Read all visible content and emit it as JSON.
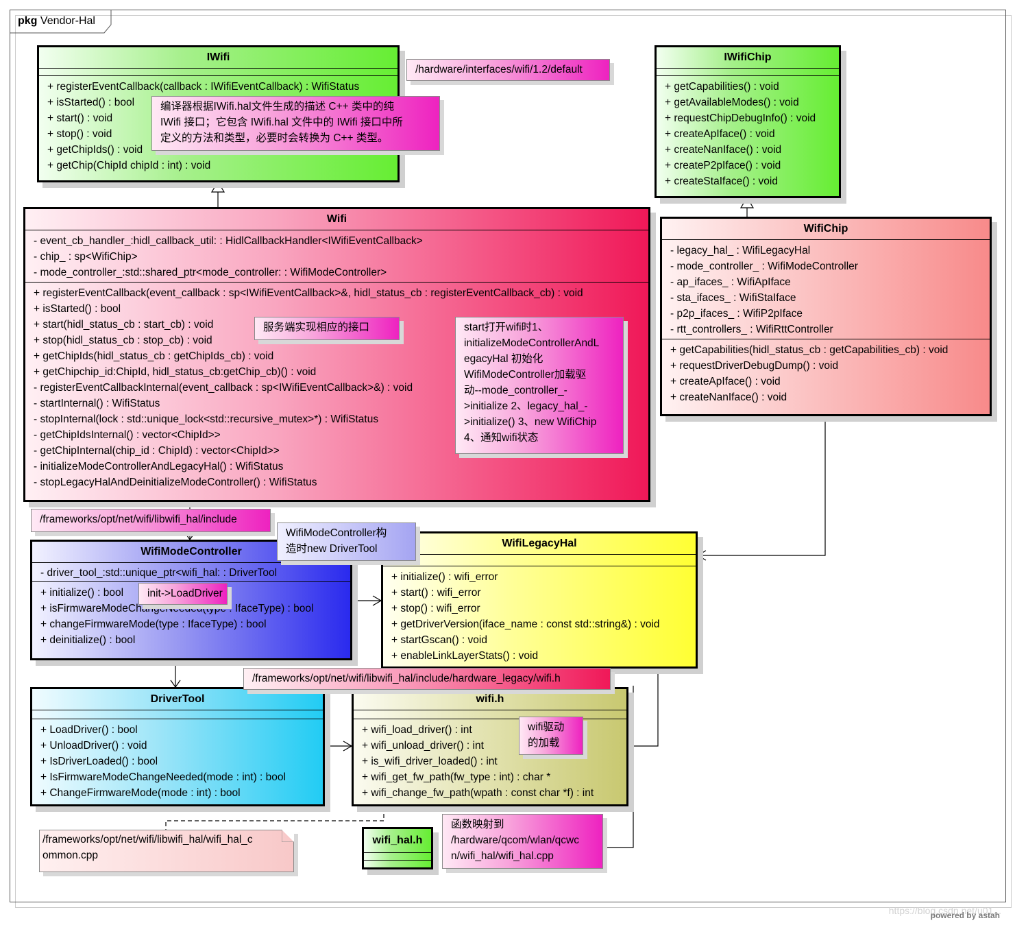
{
  "package": {
    "keyword": "pkg",
    "name": "Vendor-Hal"
  },
  "classes": {
    "iwifi": {
      "name": "IWifi",
      "attributes": [],
      "operations": [
        "+ registerEventCallback(callback : IWifiEventCallback) : WifiStatus",
        "+ isStarted() : bool",
        "+ start() : void",
        "+ stop() : void",
        "+ getChipIds() : void",
        "+ getChip(ChipId chipId : int) : void"
      ]
    },
    "iwifichip": {
      "name": "IWifiChip",
      "attributes": [],
      "operations": [
        "+ getCapabilities() : void",
        "+ getAvailableModes() : void",
        "+ requestChipDebugInfo() : void",
        "+ createApIface() : void",
        "+ createNanIface() : void",
        "+ createP2pIface() : void",
        "+ createStaIface() : void"
      ]
    },
    "wifi": {
      "name": "Wifi",
      "attributes": [
        "- event_cb_handler_:hidl_callback_util: : HidlCallbackHandler<IWifiEventCallback>",
        "- chip_ : sp<WifiChip>",
        "- mode_controller_:std::shared_ptr<mode_controller: : WifiModeController>"
      ],
      "operations": [
        "+ registerEventCallback(event_callback : sp<IWifiEventCallback>&, hidl_status_cb : registerEventCallback_cb) : void",
        "+ isStarted() : bool",
        "+ start(hidl_status_cb : start_cb) : void",
        "+ stop(hidl_status_cb : stop_cb) : void",
        "+ getChipIds(hidl_status_cb : getChipIds_cb) : void",
        "+ getChipchip_id:ChipId, hidl_status_cb:getChip_cb)() : void",
        "- registerEventCallbackInternal(event_callback : sp<IWifiEventCallback>&) : void",
        "- startInternal() : WifiStatus",
        "- stopInternal(lock : std::unique_lock<std::recursive_mutex>*) : WifiStatus",
        "- getChipIdsInternal() : vector<ChipId>>",
        "- getChipInternal(chip_id : ChipId) : vector<ChipId>>",
        "- initializeModeControllerAndLegacyHal() : WifiStatus",
        "- stopLegacyHalAndDeinitializeModeController() : WifiStatus"
      ]
    },
    "wifichip": {
      "name": "WifiChip",
      "attributes": [
        "- legacy_hal_ : WifiLegacyHal",
        "- mode_controller_ : WifiModeController",
        "- ap_ifaces_ : WifiApIface",
        "- sta_ifaces_ : WifiStaIface",
        "- p2p_ifaces_ : WifiP2pIface",
        "- rtt_controllers_ : WifiRttController"
      ],
      "operations": [
        "+ getCapabilities(hidl_status_cb : getCapabilities_cb) : void",
        "+ requestDriverDebugDump() : void",
        "+ createApIface() : void",
        "+ createNanIface() : void"
      ]
    },
    "modectrl": {
      "name": "WifiModeController",
      "attributes": [
        "- driver_tool_:std::unique_ptr<wifi_hal: : DriverTool"
      ],
      "operations": [
        "+ initialize() : bool",
        "+ isFirmwareModeChangeNeeded(type : IfaceType) : bool",
        "+ changeFirmwareMode(type : IfaceType) : bool",
        "+ deinitialize() : bool"
      ]
    },
    "legacyhal": {
      "name": "WifiLegacyHal",
      "attributes": [],
      "operations": [
        "+ initialize() : wifi_error",
        "+ start() : wifi_error",
        "+ stop() : wifi_error",
        "+ getDriverVersion(iface_name : const std::string&) : void",
        "+ startGscan() : void",
        "+ enableLinkLayerStats() : void"
      ]
    },
    "drivertool": {
      "name": "DriverTool",
      "attributes": [],
      "operations": [
        "+ LoadDriver() : bool",
        "+ UnloadDriver() : void",
        "+ IsDriverLoaded() : bool",
        "+ IsFirmwareModeChangeNeeded(mode : int) : bool",
        "+ ChangeFirmwareMode(mode : int) : bool"
      ]
    },
    "wifih": {
      "name": "wifi.h",
      "attributes": [],
      "operations": [
        "+ wifi_load_driver() : int",
        "+ wifi_unload_driver() : int",
        "+ is_wifi_driver_loaded() : int",
        "+ wifi_get_fw_path(fw_type : int) : char *",
        "+ wifi_change_fw_path(wpath : const char *f) : int"
      ]
    },
    "wifihalh": {
      "name": "wifi_hal.h",
      "attributes": [],
      "operations": []
    }
  },
  "notes": {
    "default_path": [
      "/hardware/interfaces/wifi/1.2/default"
    ],
    "compiler": [
      "编译器根据IWifi.hal文件生成的描述 C++ 类中的纯",
      "IWifi 接口；它包含 IWifi.hal 文件中的 IWifi 接口中所",
      "定义的方法和类型，必要时会转换为 C++ 类型。"
    ],
    "server_impl": [
      "服务端实现相应的接口"
    ],
    "start_flow": [
      "start打开wifi时1、",
      "initializeModeControllerAndL",
      "egacyHal 初始化",
      "WifiModeController加载驱",
      "动--mode_controller_-",
      ">initialize 2、legacy_hal_-",
      ">initialize()  3、new WifiChip",
      "4、通知wifi状态"
    ],
    "include_path": [
      "/frameworks/opt/net/wifi/libwifi_hal/include"
    ],
    "modectrl_ctor": [
      "WifiModeController构",
      "造时new DriverTool"
    ],
    "init_load": [
      "init->LoadDriver"
    ],
    "legacy_path": [
      "/frameworks/opt/net/wifi/libwifi_hal/include/hardware_legacy/wifi.h"
    ],
    "driver_load": [
      "wifi驱动",
      "的加载"
    ],
    "common_cpp": [
      "/frameworks/opt/net/wifi/libwifi_hal/wifi_hal_c",
      "ommon.cpp"
    ],
    "func_map": [
      "函数映射到",
      "/hardware/qcom/wlan/qcwc",
      "n/wifi_hal/wifi_hal.cpp"
    ]
  },
  "watermark": "https://blog.csdn.net/u01...",
  "powered_by": "powered by astah",
  "colors": {
    "iwifi": "#66ee33",
    "wifi": "#f01858",
    "wifichip": "#f88a8a",
    "modectrl": "#2a2aee",
    "legacyhal": "#ffff33",
    "drivertool": "#22ccf4",
    "wifih": "#c8c870",
    "note": "#ee22c0"
  }
}
